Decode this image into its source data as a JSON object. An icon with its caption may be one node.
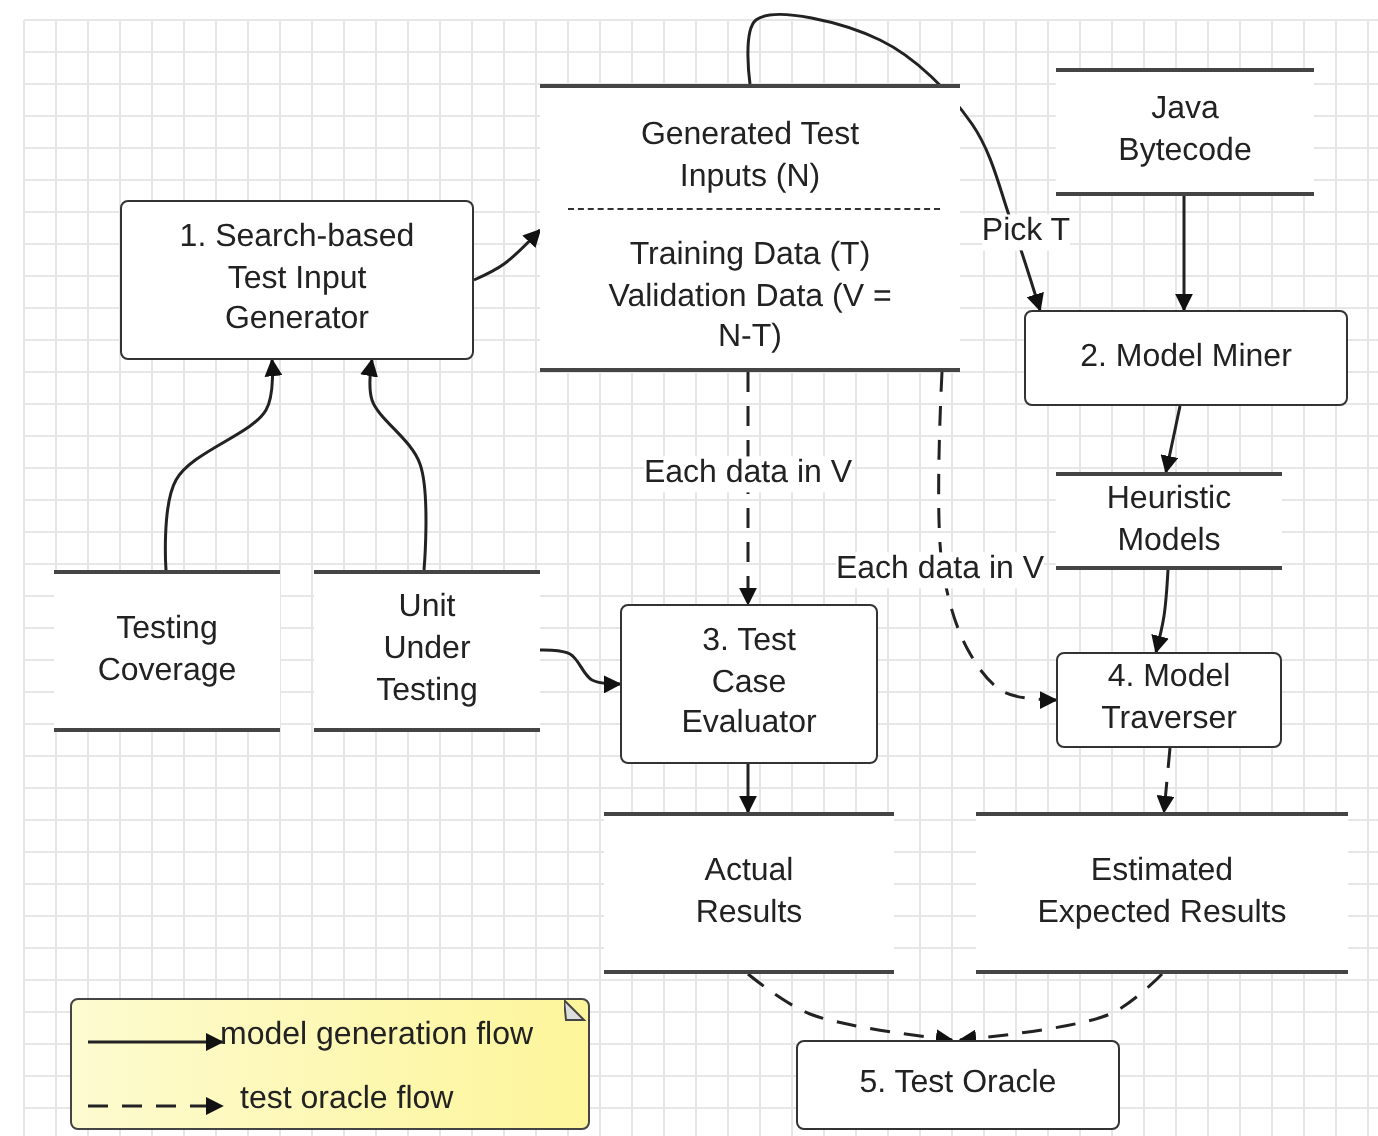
{
  "diagram": {
    "nodes": [
      {
        "text": [
          "1. Search-based Test Input Generator"
        ]
      },
      {
        "text": [
          "Generated Test Inputs (N)",
          "Training Data (T) Validation Data (V = N-T)"
        ]
      },
      {
        "text": [
          "Java Bytecode"
        ]
      },
      {
        "text": [
          "2. Model Miner"
        ]
      },
      {
        "text": [
          "Heuristic Models"
        ]
      },
      {
        "text": [
          "Testing Coverage"
        ]
      },
      {
        "text": [
          "Unit Under Testing"
        ]
      },
      {
        "text": [
          "3. Test Case Evaluator"
        ]
      },
      {
        "text": [
          "4. Model Traverser"
        ]
      },
      {
        "text": [
          "Actual Results"
        ]
      },
      {
        "text": [
          "Estimated Expected Results"
        ]
      },
      {
        "text": [
          "5. Test Oracle"
        ]
      }
    ],
    "edges": [
      {
        "from": 0,
        "to": 1,
        "arrow": "to"
      },
      {
        "from": 5,
        "to": 0,
        "arrow": "to"
      },
      {
        "from": 6,
        "to": 0,
        "arrow": "to"
      },
      {
        "from": 1,
        "to": 3,
        "arrow": "to",
        "label": "Pick T"
      },
      {
        "from": 2,
        "to": 3,
        "arrow": "to"
      },
      {
        "from": 3,
        "to": 4,
        "arrow": "to"
      },
      {
        "from": 4,
        "to": 8,
        "arrow": "to"
      },
      {
        "from": 6,
        "to": 7,
        "arrow": "to"
      },
      {
        "from": 1,
        "to": 7,
        "arrow": "to",
        "label": "Each data in V",
        "style": "dashed"
      },
      {
        "from": 1,
        "to": 8,
        "arrow": "to",
        "label": "Each data in V",
        "style": "dashed"
      },
      {
        "from": 7,
        "to": 9,
        "arrow": "to"
      },
      {
        "from": 8,
        "to": 10,
        "arrow": "to",
        "style": "dashed"
      },
      {
        "from": 9,
        "to": 11,
        "arrow": "to",
        "style": "dashed"
      },
      {
        "from": 10,
        "to": 11,
        "arrow": "to",
        "style": "dashed"
      }
    ],
    "legend": [
      {
        "text": "model generation flow"
      },
      {
        "text": "test oracle flow"
      }
    ]
  }
}
